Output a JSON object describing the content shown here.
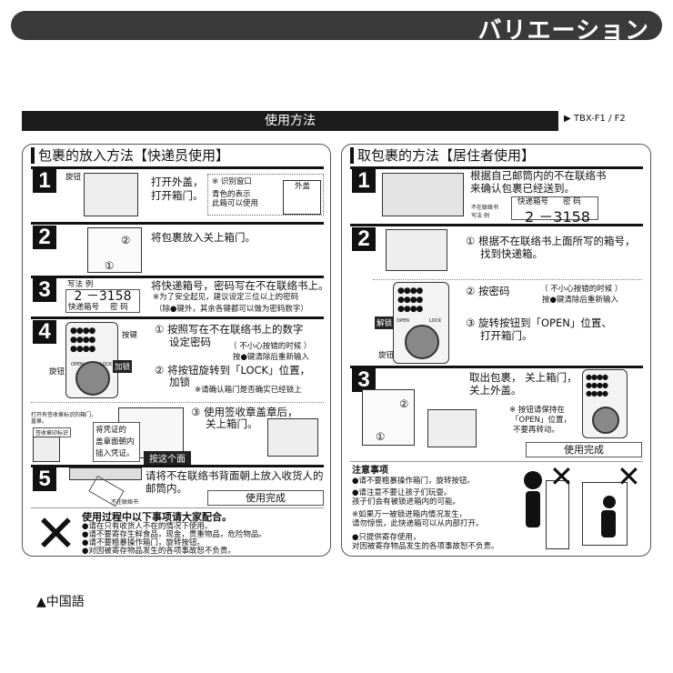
{
  "banner": {
    "title": "バリエーション"
  },
  "section": {
    "title": "使用方法",
    "model": "▶ TBX-F1 / F2"
  },
  "left": {
    "title": "包裹的放入方法【快递员使用】",
    "step1": {
      "num": "1",
      "knob": "旋钮",
      "text1": "打开外盖，",
      "text2": "打开箱门。",
      "note_title": "※ 识别窗口",
      "note1": "青色的表示",
      "note2": "此箱可以使用",
      "cover": "外盖"
    },
    "step2": {
      "num": "2",
      "text": "将包裹放入关上箱门。",
      "c1": "①",
      "c2": "②"
    },
    "step3": {
      "num": "3",
      "example": "写法 例",
      "code": "2 －3158",
      "box_label": "快递箱号",
      "pw_label": "密 码",
      "text": "将快递箱号，密码写在不在联络书上。",
      "note1": "※为了安全起见，建议设定三位以上的密码",
      "note2": "（除●键外，其余各键都可以做为密码数字）"
    },
    "step4": {
      "num": "4",
      "keys_label": "按键",
      "knob": "旋钮",
      "lock_badge": "加锁",
      "open": "OPEN",
      "lock": "LOCK",
      "t1a": "① 按照写在不在联络书上的数字",
      "t1b": "设定密码",
      "t1c": "（ 不小心按错的时候 ）",
      "t1d": "按●键清除后重新输入",
      "t2a": "② 将按钮旋转到「LOCK」位置，",
      "t2b": "加锁",
      "t2c": "※请确认箱门是否确实已经锁上",
      "stamp_note1": "打开有签收章标识的箱门，",
      "stamp_note2": "盖章。",
      "stamp_label": "签收章印标识",
      "insert1": "将凭证的",
      "insert2": "盖章面朝内",
      "insert3": "插入凭证。",
      "press": "按这个面",
      "t3a": "③ 使用签收章盖章后，",
      "t3b": "关上箱门。"
    },
    "step5": {
      "num": "5",
      "text1": "请将不在联络书背面朝上放入收货人的",
      "text2": "邮筒内。",
      "slip": "不在联络书",
      "done": "使用完成"
    },
    "warning": {
      "title": "使用过程中以下事项请大家配合。",
      "items": [
        "●请在只有收货人不在的情况下使用。",
        "●请不要寄存生鲜食品，现金，贵重物品，危险物品。",
        "●请不要粗暴操作箱门，旋转按钮。",
        "●对因被寄存物品发生的各项事故恕不负责。"
      ]
    }
  },
  "right": {
    "title": "取包裹的方法【居住者使用】",
    "step1": {
      "num": "1",
      "text1": "根据自己邮筒内的不在联络书",
      "text2": "来确认包裹已经送到。",
      "ex1": "不在联络书",
      "ex2": "写法 例",
      "box_label": "快递箱号",
      "pw_label": "密 码",
      "code": "2 －3158"
    },
    "step2": {
      "num": "2",
      "t1a": "① 根据不在联络书上面所写的箱号，",
      "t1b": "找到快递箱。",
      "t2": "② 按密码",
      "t2n1": "（ 不小心按错的时候 ）",
      "t2n2": "按●键清除后重新输入",
      "t3a": "③ 旋转按钮到「OPEN」位置、",
      "t3b": "打开箱门。",
      "unlock_badge": "解锁",
      "knob": "旋钮",
      "open": "OPEN",
      "lock": "LOCK"
    },
    "step3": {
      "num": "3",
      "text1": "取出包裹， 关上箱门，",
      "text2": "关上外盖。",
      "note1": "※ 按钮请保持在",
      "note2": "「OPEN」位置，",
      "note3": "不要再转动。",
      "done": "使用完成",
      "c1": "①",
      "c2": "②"
    },
    "caution": {
      "title": "注意事项",
      "items": [
        "●请不要粗暴操作箱门，旋转按钮。",
        "●请注意不要让孩子们玩耍。",
        "  孩子们会有被锁进箱内的可能。",
        "※如果万一被锁进箱内情况发生，",
        "  请勿惊慌，此快递箱可以从内部打开。",
        "●只提供寄存使用，",
        "  对因被寄存物品发生的各项事故恕不负责。"
      ]
    }
  },
  "footer": {
    "language": "▲中国語"
  }
}
